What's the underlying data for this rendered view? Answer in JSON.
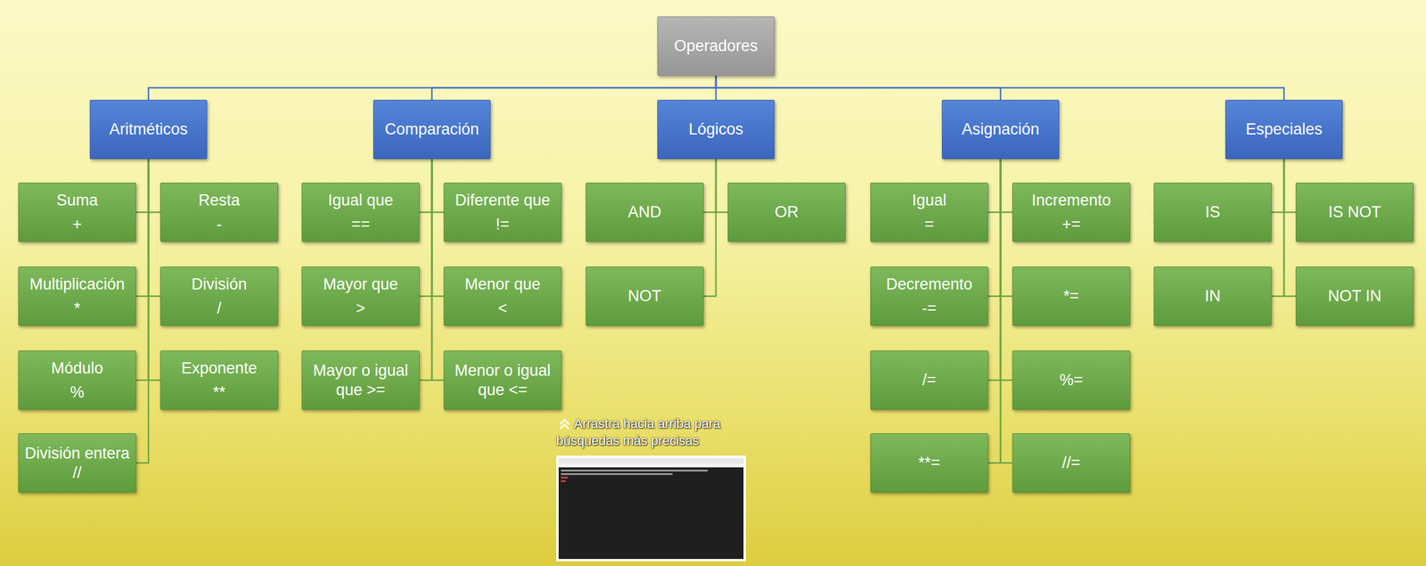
{
  "diagram": {
    "nodes": [
      {
        "text": [
          "Operadores"
        ]
      },
      {
        "text": [
          "Aritméticos"
        ]
      },
      {
        "text": [
          "Comparación"
        ]
      },
      {
        "text": [
          "Lógicos"
        ]
      },
      {
        "text": [
          "Asignación"
        ]
      },
      {
        "text": [
          "Especiales"
        ]
      },
      {
        "text": [
          "Suma",
          "+"
        ]
      },
      {
        "text": [
          "Resta",
          "-"
        ]
      },
      {
        "text": [
          "Multiplicación",
          "*"
        ]
      },
      {
        "text": [
          "División",
          "/"
        ]
      },
      {
        "text": [
          "Módulo",
          "%"
        ]
      },
      {
        "text": [
          "Exponente",
          "**"
        ]
      },
      {
        "text": [
          "División entera //"
        ]
      },
      {
        "text": [
          "Igual que",
          "=="
        ]
      },
      {
        "text": [
          "Diferente que",
          "!="
        ]
      },
      {
        "text": [
          "Mayor que",
          ">"
        ]
      },
      {
        "text": [
          "Menor que",
          "<"
        ]
      },
      {
        "text": [
          "Mayor o igual que >="
        ]
      },
      {
        "text": [
          "Menor o igual que <="
        ]
      },
      {
        "text": [
          "AND"
        ]
      },
      {
        "text": [
          "OR"
        ]
      },
      {
        "text": [
          "NOT"
        ]
      },
      {
        "text": [
          "Igual",
          "="
        ]
      },
      {
        "text": [
          "Incremento",
          "+="
        ]
      },
      {
        "text": [
          "Decremento",
          "-="
        ]
      },
      {
        "text": [
          "*="
        ]
      },
      {
        "text": [
          "/="
        ]
      },
      {
        "text": [
          "%="
        ]
      },
      {
        "text": [
          "**="
        ]
      },
      {
        "text": [
          "//="
        ]
      },
      {
        "text": [
          "IS"
        ]
      },
      {
        "text": [
          "IS NOT"
        ]
      },
      {
        "text": [
          "IN"
        ]
      },
      {
        "text": [
          "NOT IN"
        ]
      }
    ],
    "edges": [
      {
        "from": 0,
        "to": 1,
        "arrow": "none"
      },
      {
        "from": 0,
        "to": 2,
        "arrow": "none"
      },
      {
        "from": 0,
        "to": 3,
        "arrow": "none"
      },
      {
        "from": 0,
        "to": 4,
        "arrow": "none"
      },
      {
        "from": 0,
        "to": 5,
        "arrow": "none"
      },
      {
        "from": 1,
        "to": 6,
        "arrow": "none"
      },
      {
        "from": 1,
        "to": 7,
        "arrow": "none"
      },
      {
        "from": 1,
        "to": 8,
        "arrow": "none"
      },
      {
        "from": 1,
        "to": 9,
        "arrow": "none"
      },
      {
        "from": 1,
        "to": 10,
        "arrow": "none"
      },
      {
        "from": 1,
        "to": 11,
        "arrow": "none"
      },
      {
        "from": 1,
        "to": 12,
        "arrow": "none"
      },
      {
        "from": 2,
        "to": 13,
        "arrow": "none"
      },
      {
        "from": 2,
        "to": 14,
        "arrow": "none"
      },
      {
        "from": 2,
        "to": 15,
        "arrow": "none"
      },
      {
        "from": 2,
        "to": 16,
        "arrow": "none"
      },
      {
        "from": 2,
        "to": 17,
        "arrow": "none"
      },
      {
        "from": 2,
        "to": 18,
        "arrow": "none"
      },
      {
        "from": 3,
        "to": 19,
        "arrow": "none"
      },
      {
        "from": 3,
        "to": 20,
        "arrow": "none"
      },
      {
        "from": 3,
        "to": 21,
        "arrow": "none"
      },
      {
        "from": 4,
        "to": 22,
        "arrow": "none"
      },
      {
        "from": 4,
        "to": 23,
        "arrow": "none"
      },
      {
        "from": 4,
        "to": 24,
        "arrow": "none"
      },
      {
        "from": 4,
        "to": 25,
        "arrow": "none"
      },
      {
        "from": 4,
        "to": 26,
        "arrow": "none"
      },
      {
        "from": 4,
        "to": 27,
        "arrow": "none"
      },
      {
        "from": 4,
        "to": 28,
        "arrow": "none"
      },
      {
        "from": 4,
        "to": 29,
        "arrow": "none"
      },
      {
        "from": 5,
        "to": 30,
        "arrow": "none"
      },
      {
        "from": 5,
        "to": 31,
        "arrow": "none"
      },
      {
        "from": 5,
        "to": 32,
        "arrow": "none"
      },
      {
        "from": 5,
        "to": 33,
        "arrow": "none"
      }
    ],
    "labels": [
      "Arrastra hacia arriba para búsquedas más precisas"
    ]
  }
}
